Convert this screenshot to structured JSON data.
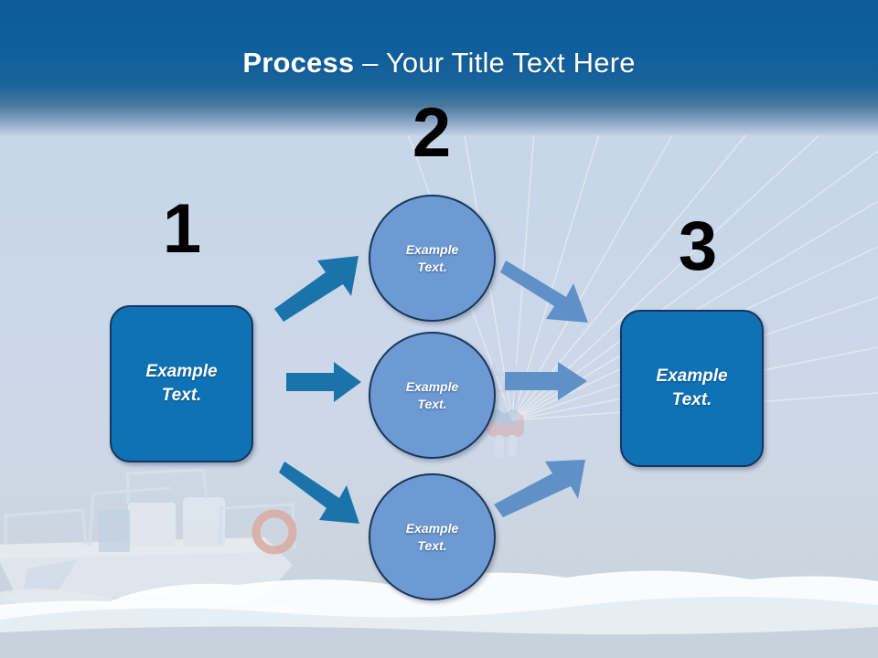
{
  "slide": {
    "title": {
      "bold_part": "Process",
      "rest_part": " – Your Title Text Here",
      "full": "Process – Your Title Text Here"
    },
    "background": {
      "description": "parasailing-photo",
      "header_color_top": "#0d5c99",
      "header_color_bottom": "#c1d0e4",
      "body_color": "#c6d4e7"
    }
  },
  "steps": [
    {
      "number": "1",
      "label": "Example\nText."
    },
    {
      "number": "2",
      "label": "Example\nText."
    },
    {
      "number": "3",
      "label": "Example\nText."
    }
  ],
  "nodes": {
    "rect_left": {
      "label": "Example\nText.",
      "fill": "#0f72b5",
      "stroke": "#15355e"
    },
    "rect_right": {
      "label": "Example\nText.",
      "fill": "#0f72b5",
      "stroke": "#15355e"
    },
    "circle_top": {
      "label": "Example\nText.",
      "fill": "#6d9ad2",
      "stroke": "#19365c"
    },
    "circle_mid": {
      "label": "Example\nText.",
      "fill": "#6d9ad2",
      "stroke": "#19365c"
    },
    "circle_bot": {
      "label": "Example\nText.",
      "fill": "#6d9ad2",
      "stroke": "#19365c"
    }
  },
  "arrows": {
    "left_color": "#1a73ab",
    "right_color": "#5f90c8",
    "count": 6
  }
}
